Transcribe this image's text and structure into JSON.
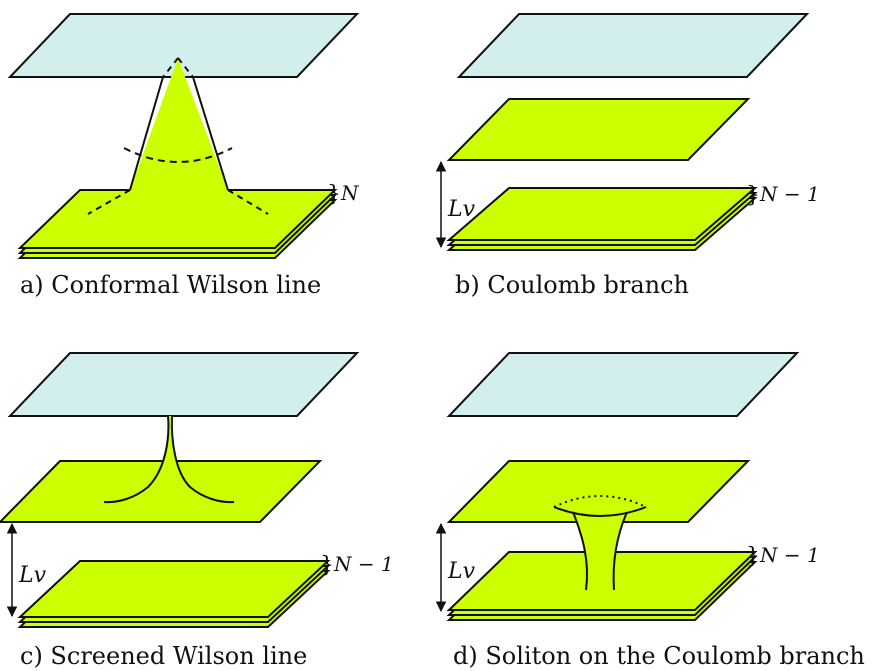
{
  "colors": {
    "plane_top": "#d2efee",
    "brane": "#ccff00",
    "stroke": "#111111"
  },
  "panels": {
    "a": {
      "caption": "a) Conformal Wilson line",
      "stack_label": "N"
    },
    "b": {
      "caption": "b) Coulomb branch",
      "stack_label": "N − 1",
      "distance_label": "Lv"
    },
    "c": {
      "caption": "c) Screened Wilson line",
      "stack_label": "N − 1",
      "distance_label": "Lv"
    },
    "d": {
      "caption": "d) Soliton on the Coulomb branch",
      "stack_label": "N − 1",
      "distance_label": "Lv"
    }
  }
}
